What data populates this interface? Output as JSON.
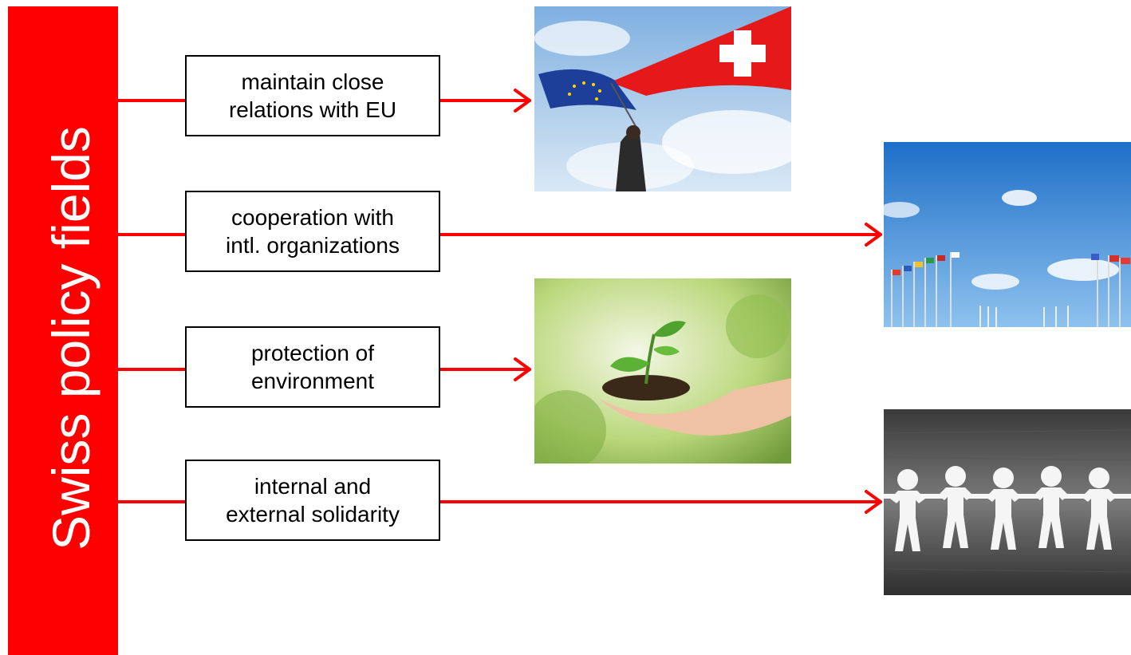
{
  "diagram": {
    "title": "Swiss policy fields",
    "fields": [
      {
        "label": "maintain close\nrelations with EU",
        "image": "eu-swiss-flags-photo"
      },
      {
        "label": "cooperation with\nintl. organizations",
        "image": "international-flags-photo"
      },
      {
        "label": "protection of\nenvironment",
        "image": "seedling-in-hand-photo"
      },
      {
        "label": "internal and\nexternal solidarity",
        "image": "paper-people-chain-photo"
      }
    ]
  },
  "colors": {
    "accent": "#ff0000",
    "text_on_accent": "#ffffff",
    "box_border": "#000000"
  }
}
